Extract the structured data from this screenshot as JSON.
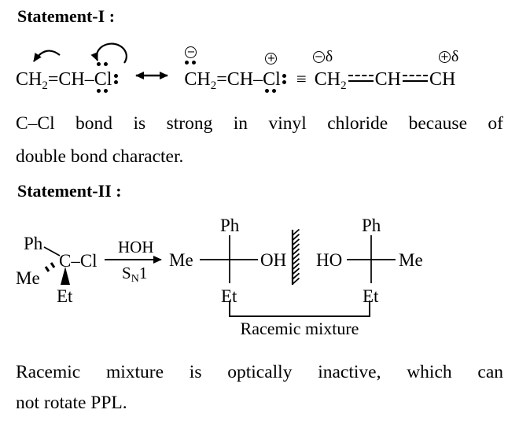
{
  "colors": {
    "background": "#ffffff",
    "text": "#000000"
  },
  "statement1": {
    "heading": "Statement-I :",
    "resonance": {
      "struct1": {
        "c1": "CH",
        "c1_sub": "2",
        "chain": "=CH–Cl"
      },
      "struct2": {
        "charge_minus": "−",
        "charge_plus": "+",
        "c1": "CH",
        "c1_sub": "2",
        "chain": "=CH–Cl"
      },
      "equiv_sign": "≡",
      "struct3": {
        "charge_minus": "−",
        "charge_plus": "+",
        "delta": "δ",
        "c1": "CH",
        "c1_sub": "2",
        "c2": "CH",
        "c3": "CH"
      }
    },
    "body_line1": "C–Cl bond is strong in vinyl chloride because of",
    "body_line2": "double bond character."
  },
  "statement2": {
    "heading": "Statement-II :",
    "reaction": {
      "reactant": {
        "ph": "Ph",
        "center": "C–Cl",
        "me": "Me",
        "et": "Et"
      },
      "conditions": {
        "above": "HOH",
        "below_main": "S",
        "below_sub": "N",
        "below_tail": "1"
      },
      "product1": {
        "top": "Ph",
        "left": "Me",
        "right": "OH",
        "bottom": "Et"
      },
      "product2": {
        "top": "Ph",
        "left": "HO",
        "right": "Me",
        "bottom": "Et"
      },
      "bracket_label": "Racemic mixture"
    },
    "body_line1": "Racemic mixture is optically inactive, which can",
    "body_line2": "not rotate PPL."
  }
}
